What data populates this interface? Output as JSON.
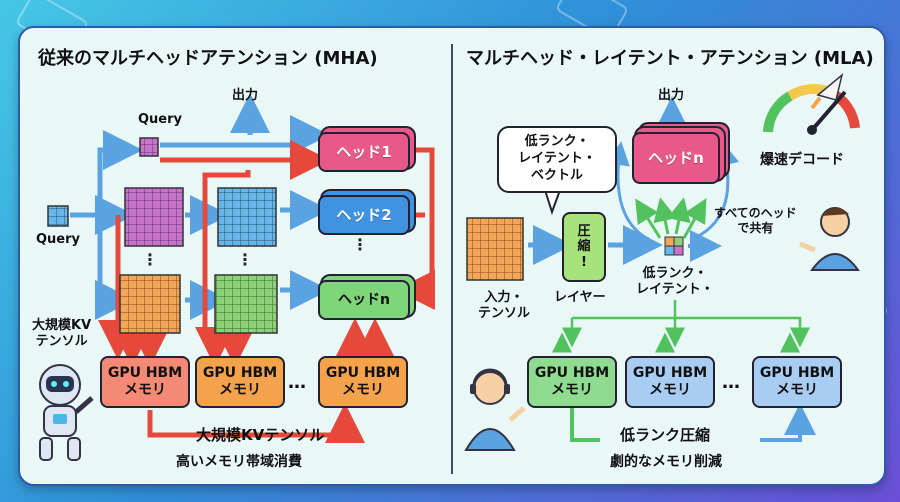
{
  "mha": {
    "title": "従来のマルチヘッドアテンション (MHA)",
    "query_top": "Query",
    "query_left": "Query",
    "output": "出力",
    "heads": [
      "ヘッド1",
      "ヘッド2",
      "ヘッドn"
    ],
    "kv_label": "大規模KV\nテンソル",
    "memories": [
      "GPU HBM\nメモリ",
      "GPU HBM\nメモリ",
      "GPU HBM\nメモリ"
    ],
    "ellipsis": "…",
    "bottom_label": "大規模KVテンソル",
    "bottom_sub": "高いメモリ帯域消費"
  },
  "mla": {
    "title": "マルチヘッド・レイテント・アテンション (MLA)",
    "output": "出力",
    "head": "ヘッドn",
    "bubble": "低ランク・\nレイテント・\nベクトル",
    "compress_layer": "圧\n縮\n!",
    "input_label": "入力・\nテンソル",
    "layer_label": "レイヤー",
    "latent_label": "低ランク・\nレイテント・",
    "shared_label": "すべてのヘッド\nで共有",
    "fast_decode": "爆速デコード",
    "memories": [
      "GPU HBM\nメモリ",
      "GPU HBM\nメモリ",
      "GPU HBM\nメモリ"
    ],
    "ellipsis": "…",
    "bottom_label": "低ランク圧縮",
    "bottom_sub": "劇的なメモリ削減"
  },
  "colors": {
    "head1": "#e8598a",
    "head2": "#3f93e0",
    "headn": "#52c25e",
    "mem_red": "#f28a76",
    "mem_orange": "#f4a24c",
    "mem_green": "#8fdb8f",
    "mem_blue": "#a9cdf2",
    "arrow_red": "#e6483c",
    "arrow_blue": "#5aa2e0"
  }
}
